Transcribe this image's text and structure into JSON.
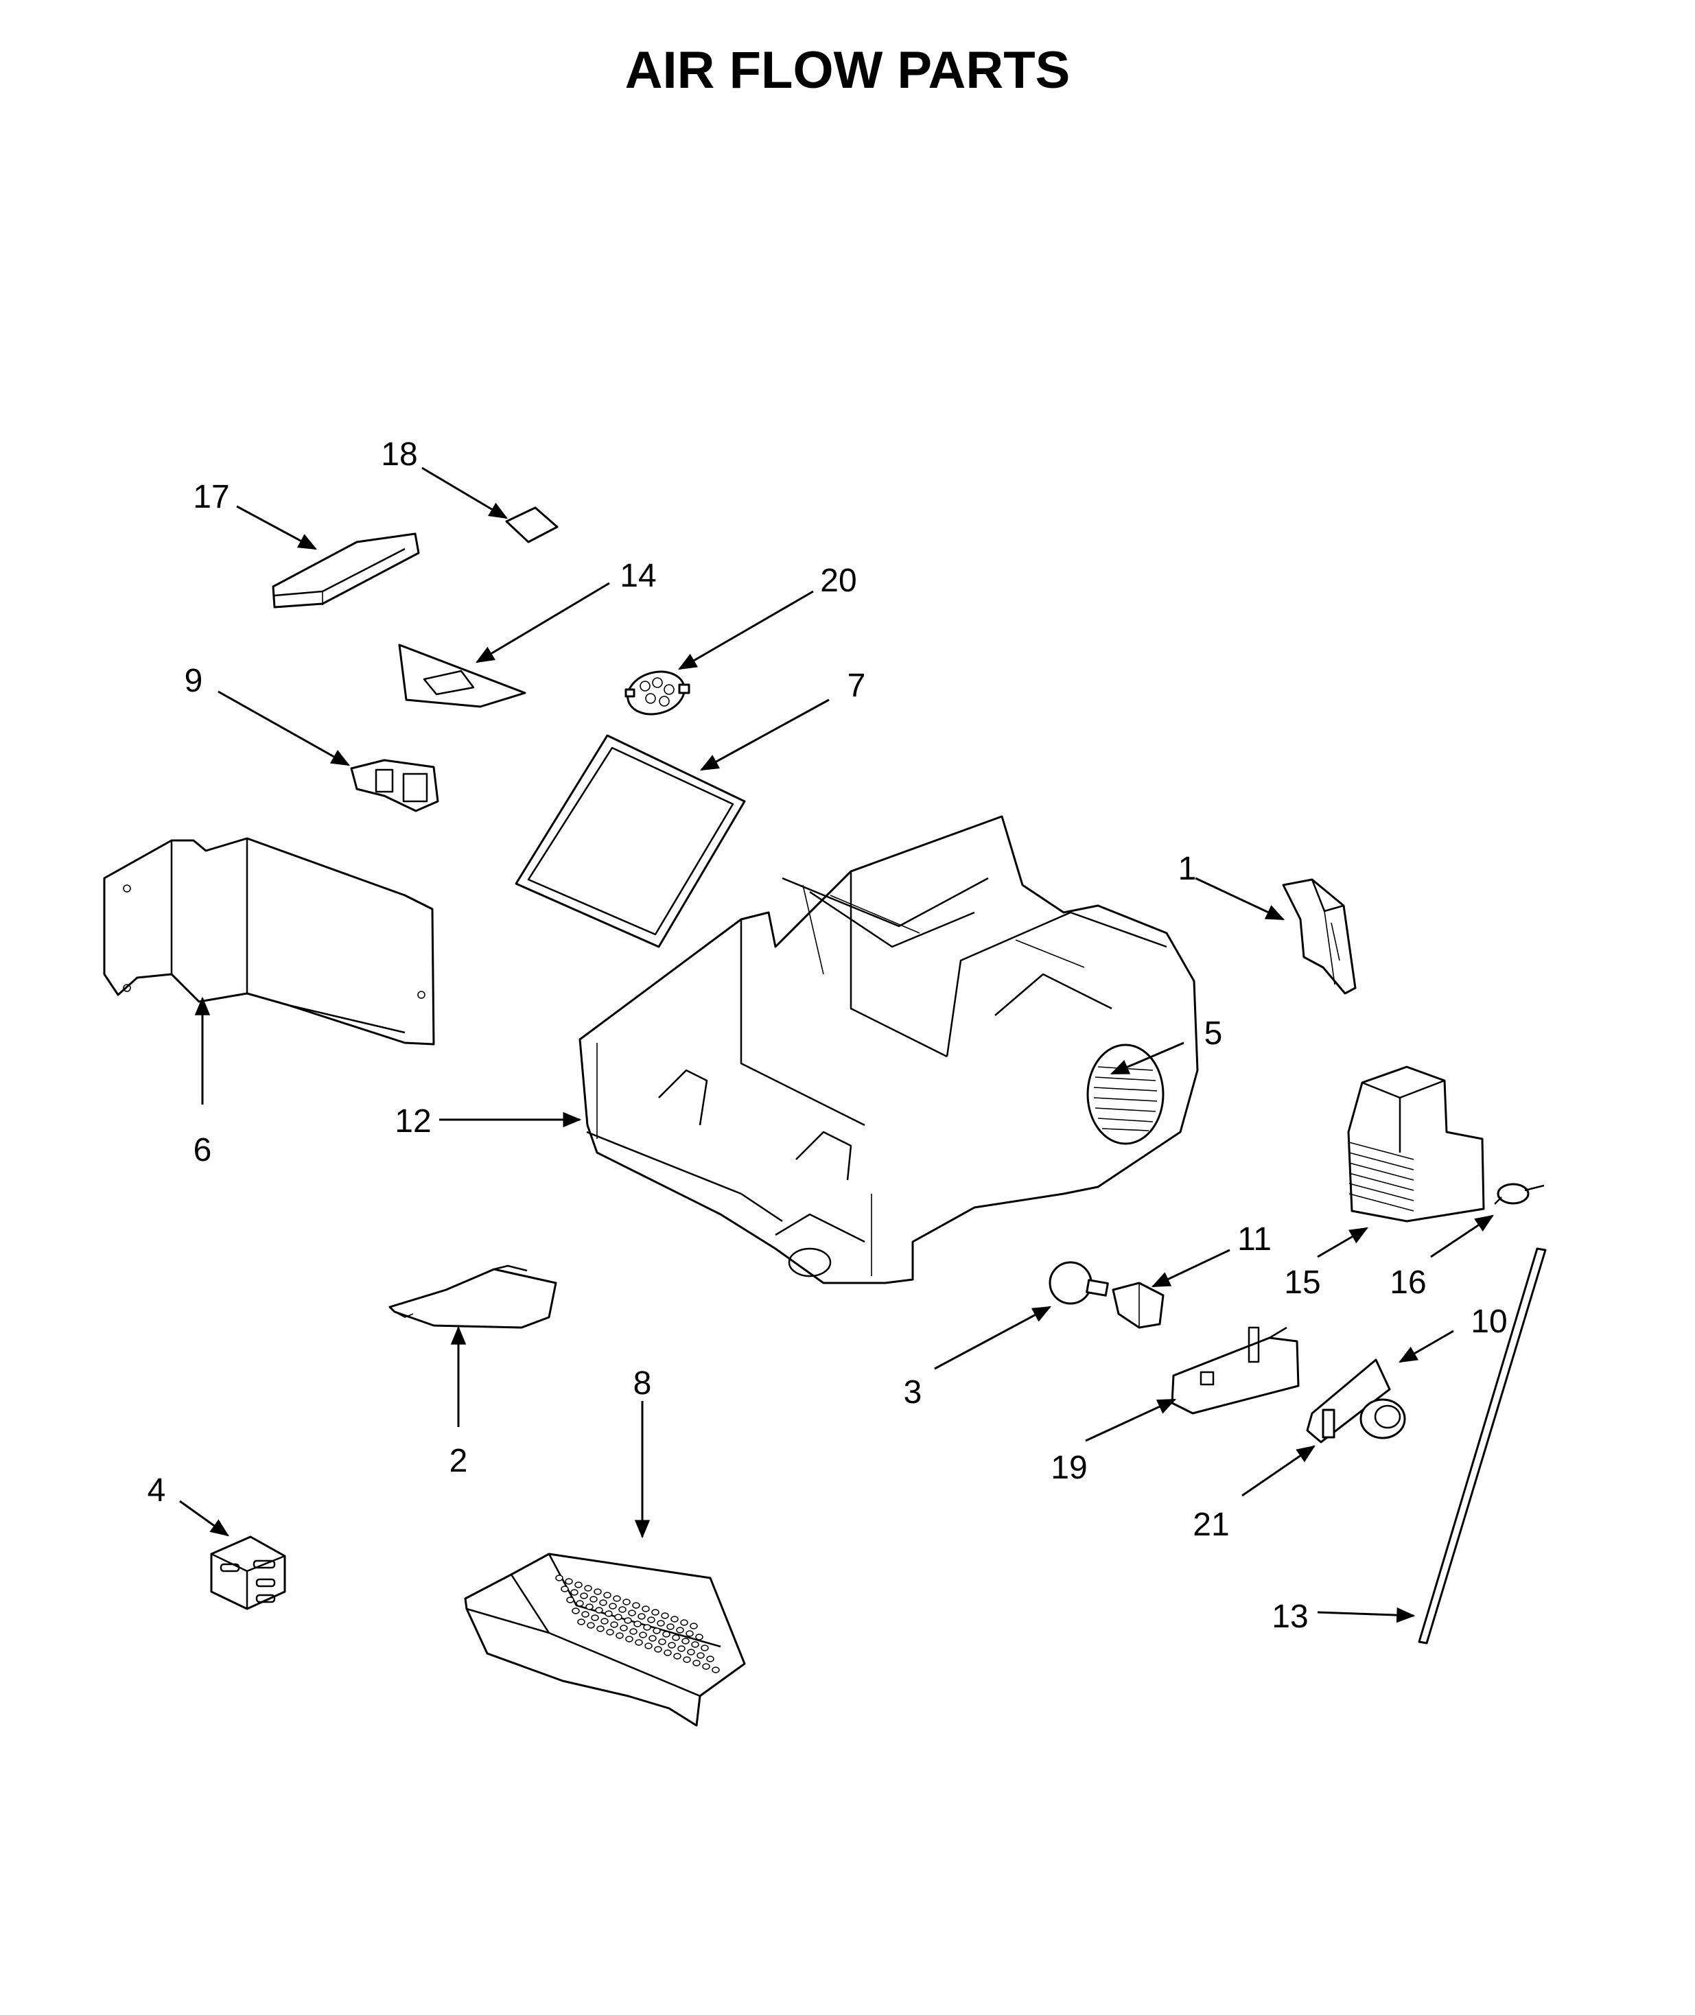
{
  "title": "AIR FLOW PARTS",
  "callouts": {
    "c1": "1",
    "c2": "2",
    "c3": "3",
    "c4": "4",
    "c5": "5",
    "c6": "6",
    "c7": "7",
    "c8": "8",
    "c9": "9",
    "c10": "10",
    "c11": "11",
    "c12": "12",
    "c13": "13",
    "c14": "14",
    "c15": "15",
    "c16": "16",
    "c17": "17",
    "c18": "18",
    "c19": "19",
    "c20": "20",
    "c21": "21"
  }
}
